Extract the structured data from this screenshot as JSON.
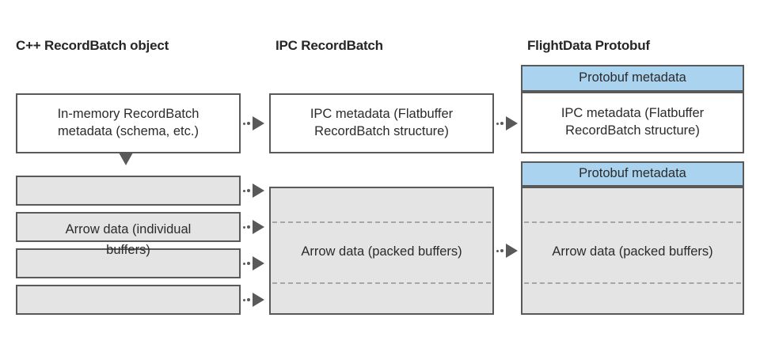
{
  "diagram": {
    "title": "Arrow RecordBatch to FlightData Protobuf layout comparison",
    "colors": {
      "border": "#595959",
      "buffer_gray": "#e4e4e4",
      "protobuf_blue": "#a9d3ee",
      "white": "#ffffff",
      "text": "#2b2b2b",
      "dashed_divider": "#a6a6a6"
    }
  },
  "columns": [
    {
      "id": "cpp",
      "title": "C++ RecordBatch object",
      "blocks": [
        {
          "id": "cpp-metadata",
          "label": "In-memory RecordBatch metadata (schema, etc.)",
          "fill": "white"
        },
        {
          "id": "cpp-buffer-0",
          "label": "",
          "fill": "gray"
        },
        {
          "id": "cpp-buffer-1",
          "label": "",
          "fill": "gray"
        },
        {
          "id": "cpp-buffer-2",
          "label": "",
          "fill": "gray"
        },
        {
          "id": "cpp-buffer-3",
          "label": "",
          "fill": "gray"
        }
      ],
      "buffers_caption": "Arrow data (individual buffers)"
    },
    {
      "id": "ipc",
      "title": "IPC RecordBatch",
      "blocks": [
        {
          "id": "ipc-metadata",
          "label": "IPC metadata (Flatbuffer RecordBatch structure)",
          "fill": "white"
        },
        {
          "id": "ipc-packed",
          "label": "Arrow data (packed buffers)",
          "fill": "gray"
        }
      ]
    },
    {
      "id": "flight",
      "title": "FlightData Protobuf",
      "blocks": [
        {
          "id": "flight-pb-meta-1",
          "label": "Protobuf metadata",
          "fill": "blue"
        },
        {
          "id": "flight-ipc-metadata",
          "label": "IPC metadata (Flatbuffer RecordBatch structure)",
          "fill": "white"
        },
        {
          "id": "flight-pb-meta-2",
          "label": "Protobuf metadata",
          "fill": "blue"
        },
        {
          "id": "flight-packed",
          "label": "Arrow data (packed buffers)",
          "fill": "gray"
        }
      ]
    }
  ],
  "labels": {
    "cpp_metadata_line1": "In-memory RecordBatch",
    "cpp_metadata_line2": "metadata (schema, etc.)",
    "ipc_metadata_line1": "IPC metadata (Flatbuffer",
    "ipc_metadata_line2": "RecordBatch structure)",
    "flight_ipc_metadata_line1": "IPC metadata (Flatbuffer",
    "flight_ipc_metadata_line2": "RecordBatch structure)",
    "protobuf_metadata": "Protobuf metadata",
    "arrow_individual_line1": "Arrow data (individual",
    "arrow_individual_line2": "buffers)",
    "arrow_packed": "Arrow data (packed buffers)"
  },
  "connectors": [
    {
      "id": "cpp-meta-to-ipc-meta",
      "kind": "dotted-arrow"
    },
    {
      "id": "cpp-buffer-0-to-packed",
      "kind": "dotted-arrow"
    },
    {
      "id": "cpp-buffer-1-to-packed",
      "kind": "dotted-arrow"
    },
    {
      "id": "cpp-buffer-2-to-packed",
      "kind": "dotted-arrow"
    },
    {
      "id": "cpp-buffer-3-to-packed",
      "kind": "dotted-arrow"
    },
    {
      "id": "ipc-meta-to-flight-meta",
      "kind": "dotted-arrow"
    },
    {
      "id": "ipc-packed-to-flight-packed",
      "kind": "dotted-arrow"
    },
    {
      "id": "cpp-meta-down-arrow",
      "kind": "solid-down-arrow"
    }
  ]
}
